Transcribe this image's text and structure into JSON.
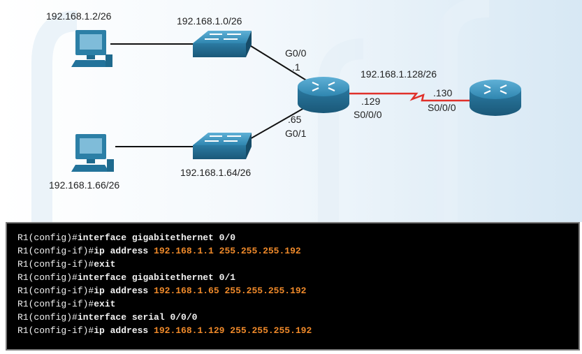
{
  "topology": {
    "pc1_address": "192.168.1.2/26",
    "pc2_address": "192.168.1.66/26",
    "lan1_network": "192.168.1.0/26",
    "lan2_network": "192.168.1.64/26",
    "wan_network": "192.168.1.128/26",
    "r1_g00_interface": "G0/0",
    "r1_g00_host": ".1",
    "r1_g01_interface": "G0/1",
    "r1_g01_host": ".65",
    "r1_serial_host": ".129",
    "r1_serial_interface": "S0/0/0",
    "r2_serial_host": ".130",
    "r2_serial_interface": "S0/0/0",
    "colors": {
      "wan_link": "#e0302a",
      "device_blue": "#2c7fa6",
      "command_value": "#f08a2a",
      "terminal_bg": "#000000"
    }
  },
  "terminal": {
    "lines": [
      {
        "prompt": "R1(config)#",
        "command": "interface gigabitethernet 0/0",
        "value": ""
      },
      {
        "prompt": "R1(config-if)#",
        "command": "ip address",
        "value": "192.168.1.1 255.255.255.192"
      },
      {
        "prompt": "R1(config-if)#",
        "command": "exit",
        "value": ""
      },
      {
        "prompt": "R1(config)#",
        "command": "interface gigabitethernet 0/1",
        "value": ""
      },
      {
        "prompt": "R1(config-if)#",
        "command": "ip address",
        "value": "192.168.1.65 255.255.255.192"
      },
      {
        "prompt": "R1(config-if)#",
        "command": "exit",
        "value": ""
      },
      {
        "prompt": "R1(config)#",
        "command": "interface serial 0/0/0",
        "value": ""
      },
      {
        "prompt": "R1(config-if)#",
        "command": "ip address",
        "value": "192.168.1.129 255.255.255.192"
      }
    ]
  }
}
